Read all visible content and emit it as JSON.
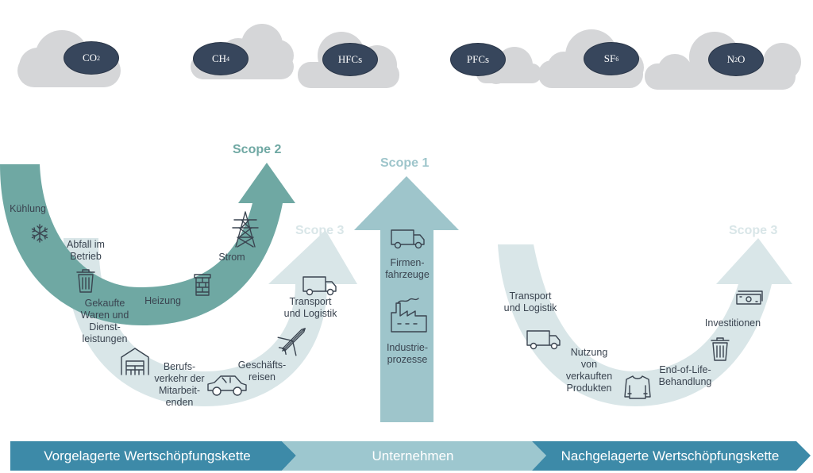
{
  "gases": [
    {
      "base": "CO",
      "sub": "2"
    },
    {
      "base": "CH",
      "sub": "4"
    },
    {
      "base": "HFCs",
      "sub": ""
    },
    {
      "base": "PFCs",
      "sub": ""
    },
    {
      "base": "SF",
      "sub": "6"
    },
    {
      "base": "N",
      "sub": "2",
      "tail": "O"
    }
  ],
  "scopes": {
    "scope2": "Scope 2",
    "scope1": "Scope 1",
    "scope3_left": "Scope 3",
    "scope3_right": "Scope 3"
  },
  "labels": {
    "kuehlung": "Kühlung",
    "abfall": "Abfall im\nBetrieb",
    "heizung": "Heizung",
    "strom": "Strom",
    "gekaufte": "Gekaufte\nWaren und\nDienst-\nleistungen",
    "berufsverkehr": "Berufs-\nverkehr der\nMitarbeit-\nenden",
    "geschaeftsreisen": "Geschäfts-\nreisen",
    "transport_left": "Transport\nund Logistik",
    "firmenfahrzeuge": "Firmen-\nfahrzeuge",
    "industrieprozesse": "Industrie-\nprozesse",
    "transport_right": "Transport\nund Logistik",
    "nutzung": "Nutzung\nvon\nverkauften\nProdukten",
    "endoflife": "End-of-Life-\nBehandlung",
    "investitionen": "Investitionen"
  },
  "bands": {
    "upstream": "Vorgelagerte Wertschöpfungskette",
    "company": "Unternehmen",
    "downstream": "Nachgelagerte Wertschöpfungskette"
  },
  "colors": {
    "cloud": "#d5d6d8",
    "gas_fill": "#37465c",
    "scope2": "#6fa8a3",
    "scope1": "#9ec5cb",
    "scope3": "#d9e6e8",
    "band_dark": "#3d8aa8",
    "band_light": "#9dc7cf",
    "text": "#3a4450"
  },
  "icons": [
    "snowflake-icon",
    "trash-icon",
    "chimney-icon",
    "power-tower-icon",
    "warehouse-icon",
    "car-icon",
    "airplane-icon",
    "truck-icon",
    "factory-icon",
    "shirt-icon",
    "money-icon"
  ]
}
